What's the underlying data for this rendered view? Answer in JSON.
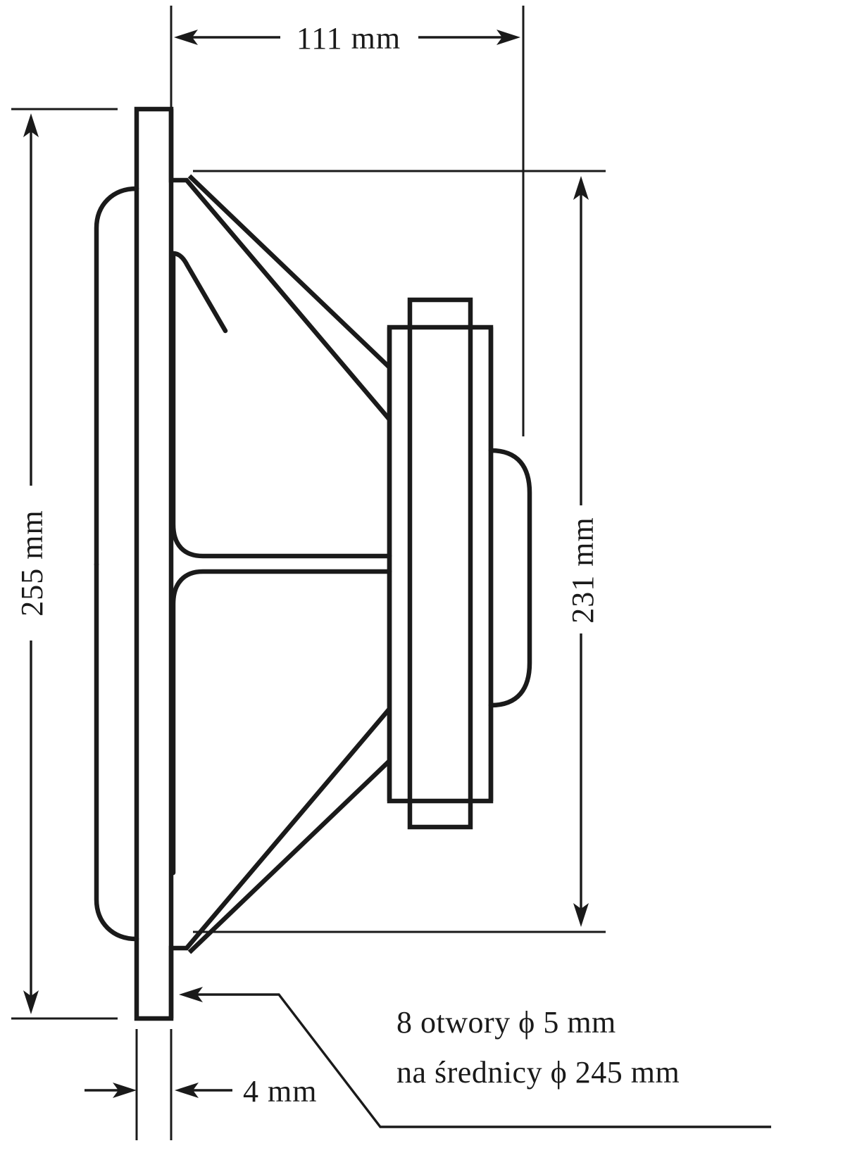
{
  "drawing": {
    "title": "Loudspeaker side-view dimensional drawing",
    "units": "mm",
    "line_color": "#1a1a1a",
    "background_color": "#ffffff"
  },
  "dimensions": {
    "depth": {
      "label": "111 mm",
      "value": 111,
      "unit": "mm",
      "orientation": "horizontal",
      "position": "top"
    },
    "outer_diameter": {
      "label": "255 mm",
      "value": 255,
      "unit": "mm",
      "orientation": "vertical",
      "position": "left"
    },
    "basket_diameter": {
      "label": "231 mm",
      "value": 231,
      "unit": "mm",
      "orientation": "vertical",
      "position": "right"
    },
    "flange_thickness": {
      "label": "4 mm",
      "value": 4,
      "unit": "mm",
      "orientation": "horizontal",
      "position": "bottom"
    }
  },
  "notes": {
    "mounting_holes": {
      "line1": "8 otwory ϕ 5 mm",
      "line2": "na średnicy ϕ 245 mm",
      "hole_count": 8,
      "hole_diameter": 5,
      "bolt_circle_diameter": 245,
      "unit": "mm"
    }
  },
  "icons": {
    "arrow_left": "arrow-left-icon",
    "arrow_right": "arrow-right-icon",
    "arrow_up": "arrow-up-icon",
    "arrow_down": "arrow-down-icon",
    "diameter_symbol": "ϕ"
  }
}
